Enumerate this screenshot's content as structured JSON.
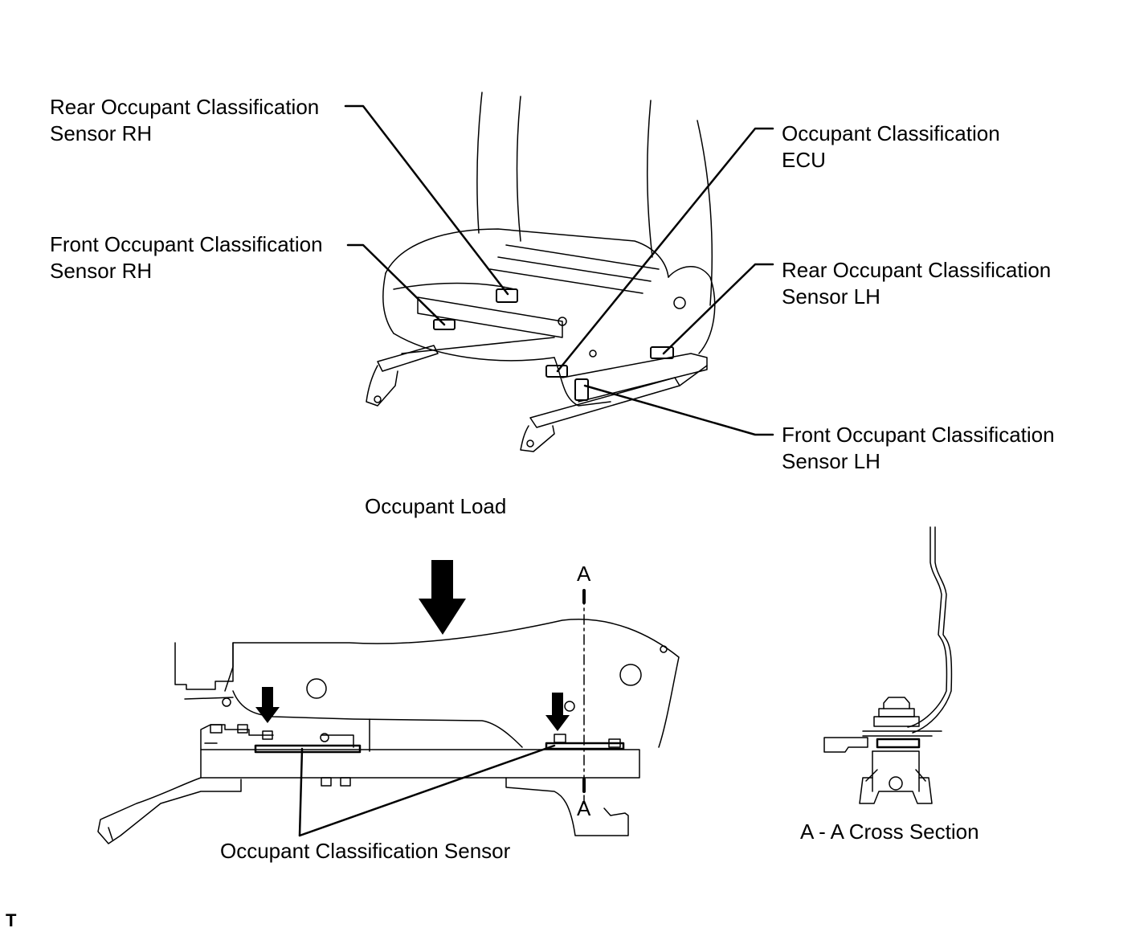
{
  "labels": {
    "rear_sensor_rh": [
      "Rear Occupant Classification",
      "Sensor RH"
    ],
    "front_sensor_rh": [
      "Front Occupant Classification",
      "Sensor RH"
    ],
    "ecu": [
      "Occupant Classification",
      "ECU"
    ],
    "rear_sensor_lh": [
      "Rear Occupant Classification",
      "Sensor LH"
    ],
    "front_sensor_lh": [
      "Front Occupant Classification",
      "Sensor LH"
    ],
    "occupant_load": "Occupant Load",
    "section_mark_top": "A",
    "section_mark_bottom": "A",
    "sensor_callout": "Occupant Classification Sensor",
    "cross_section": "A - A Cross Section",
    "corner_mark": "T"
  }
}
